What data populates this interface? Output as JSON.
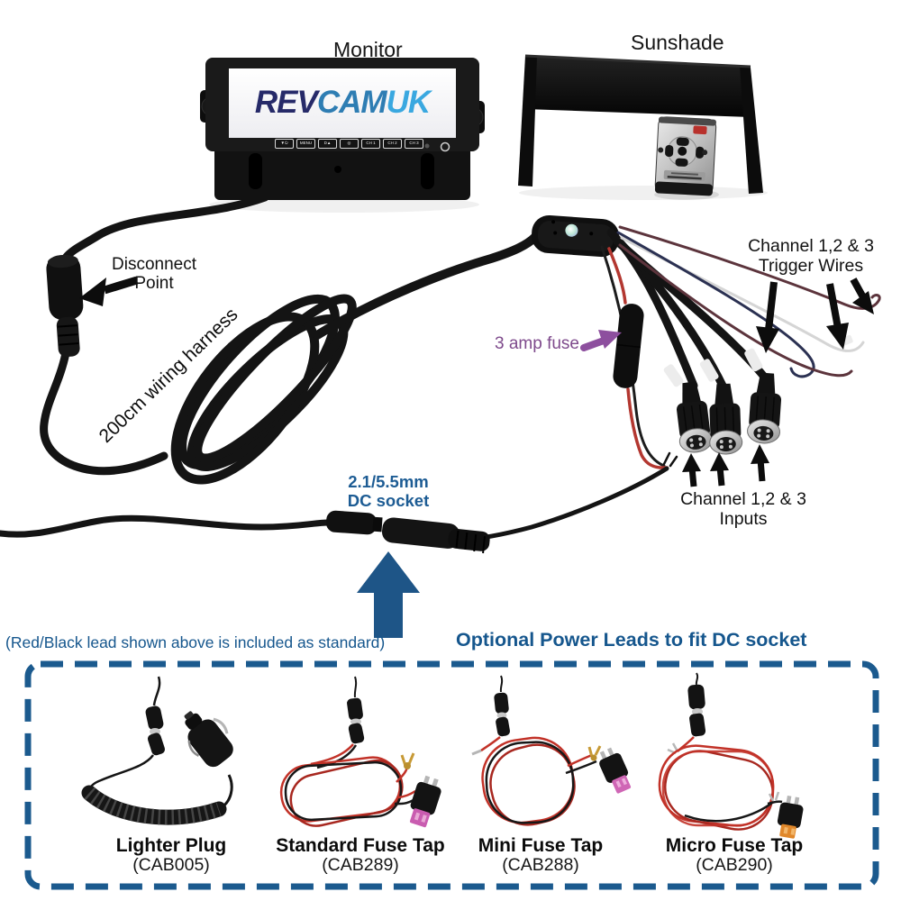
{
  "header": {
    "monitor_label": "Monitor",
    "sunshade_label": "Sunshade"
  },
  "monitor": {
    "logo": {
      "part1": "REV",
      "part2": "CAM",
      "part3": "UK"
    },
    "buttons": [
      "▼⏻",
      "MENU",
      "D▲",
      "◎",
      "CH 1",
      "CH 2",
      "CH 3"
    ]
  },
  "annotations": {
    "disconnect": {
      "line1": "Disconnect",
      "line2": "Point"
    },
    "harness": "200cm wiring harness",
    "fuse": "3 amp fuse",
    "trigger": {
      "line1": "Channel 1,2 & 3",
      "line2": "Trigger Wires"
    },
    "inputs": {
      "line1": "Channel 1,2 & 3",
      "line2": "Inputs"
    },
    "dc_socket": {
      "line1": "2.1/5.5mm",
      "line2": "DC socket"
    }
  },
  "optional_section": {
    "included_note": "(Red/Black lead shown above is included as standard)",
    "title": "Optional Power Leads to fit DC socket",
    "products": [
      {
        "name": "Lighter Plug",
        "code": "(CAB005)"
      },
      {
        "name": "Standard Fuse Tap",
        "code": "(CAB289)"
      },
      {
        "name": "Mini Fuse Tap",
        "code": "(CAB288)"
      },
      {
        "name": "Micro Fuse Tap",
        "code": "(CAB290)"
      }
    ]
  },
  "colors": {
    "label_blue": "#15568d",
    "accent_blue": "#1d5c94",
    "arrow_blue": "#1e5587",
    "purple": "#7e4a8c",
    "logo_navy": "#262a69",
    "logo_mid_blue": "#2e7db3",
    "logo_light_blue": "#3aa8e0",
    "wire_red": "#c23228",
    "dashed_border": "#1b5a8e"
  }
}
